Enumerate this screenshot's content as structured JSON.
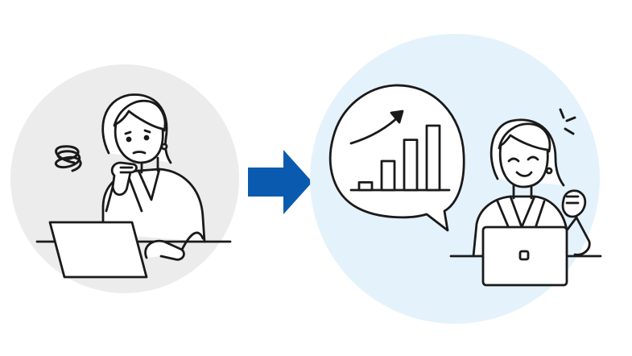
{
  "illustration": {
    "colors": {
      "before_circle": "#ececec",
      "after_circle": "#e4f2fb",
      "arrow": "#0a5bb0",
      "ink": "#1a1a1a",
      "paper": "#ffffff"
    },
    "icons": {
      "before_figure": "worried-woman-at-laptop",
      "transition": "arrow-right",
      "after_figure": "happy-woman-at-laptop",
      "speech_bubble": "growth-bar-chart",
      "confusion_scribble": "spiral-scribble"
    },
    "bubble_chart_levels": [
      0.12,
      0.45,
      0.78,
      1.0
    ]
  }
}
